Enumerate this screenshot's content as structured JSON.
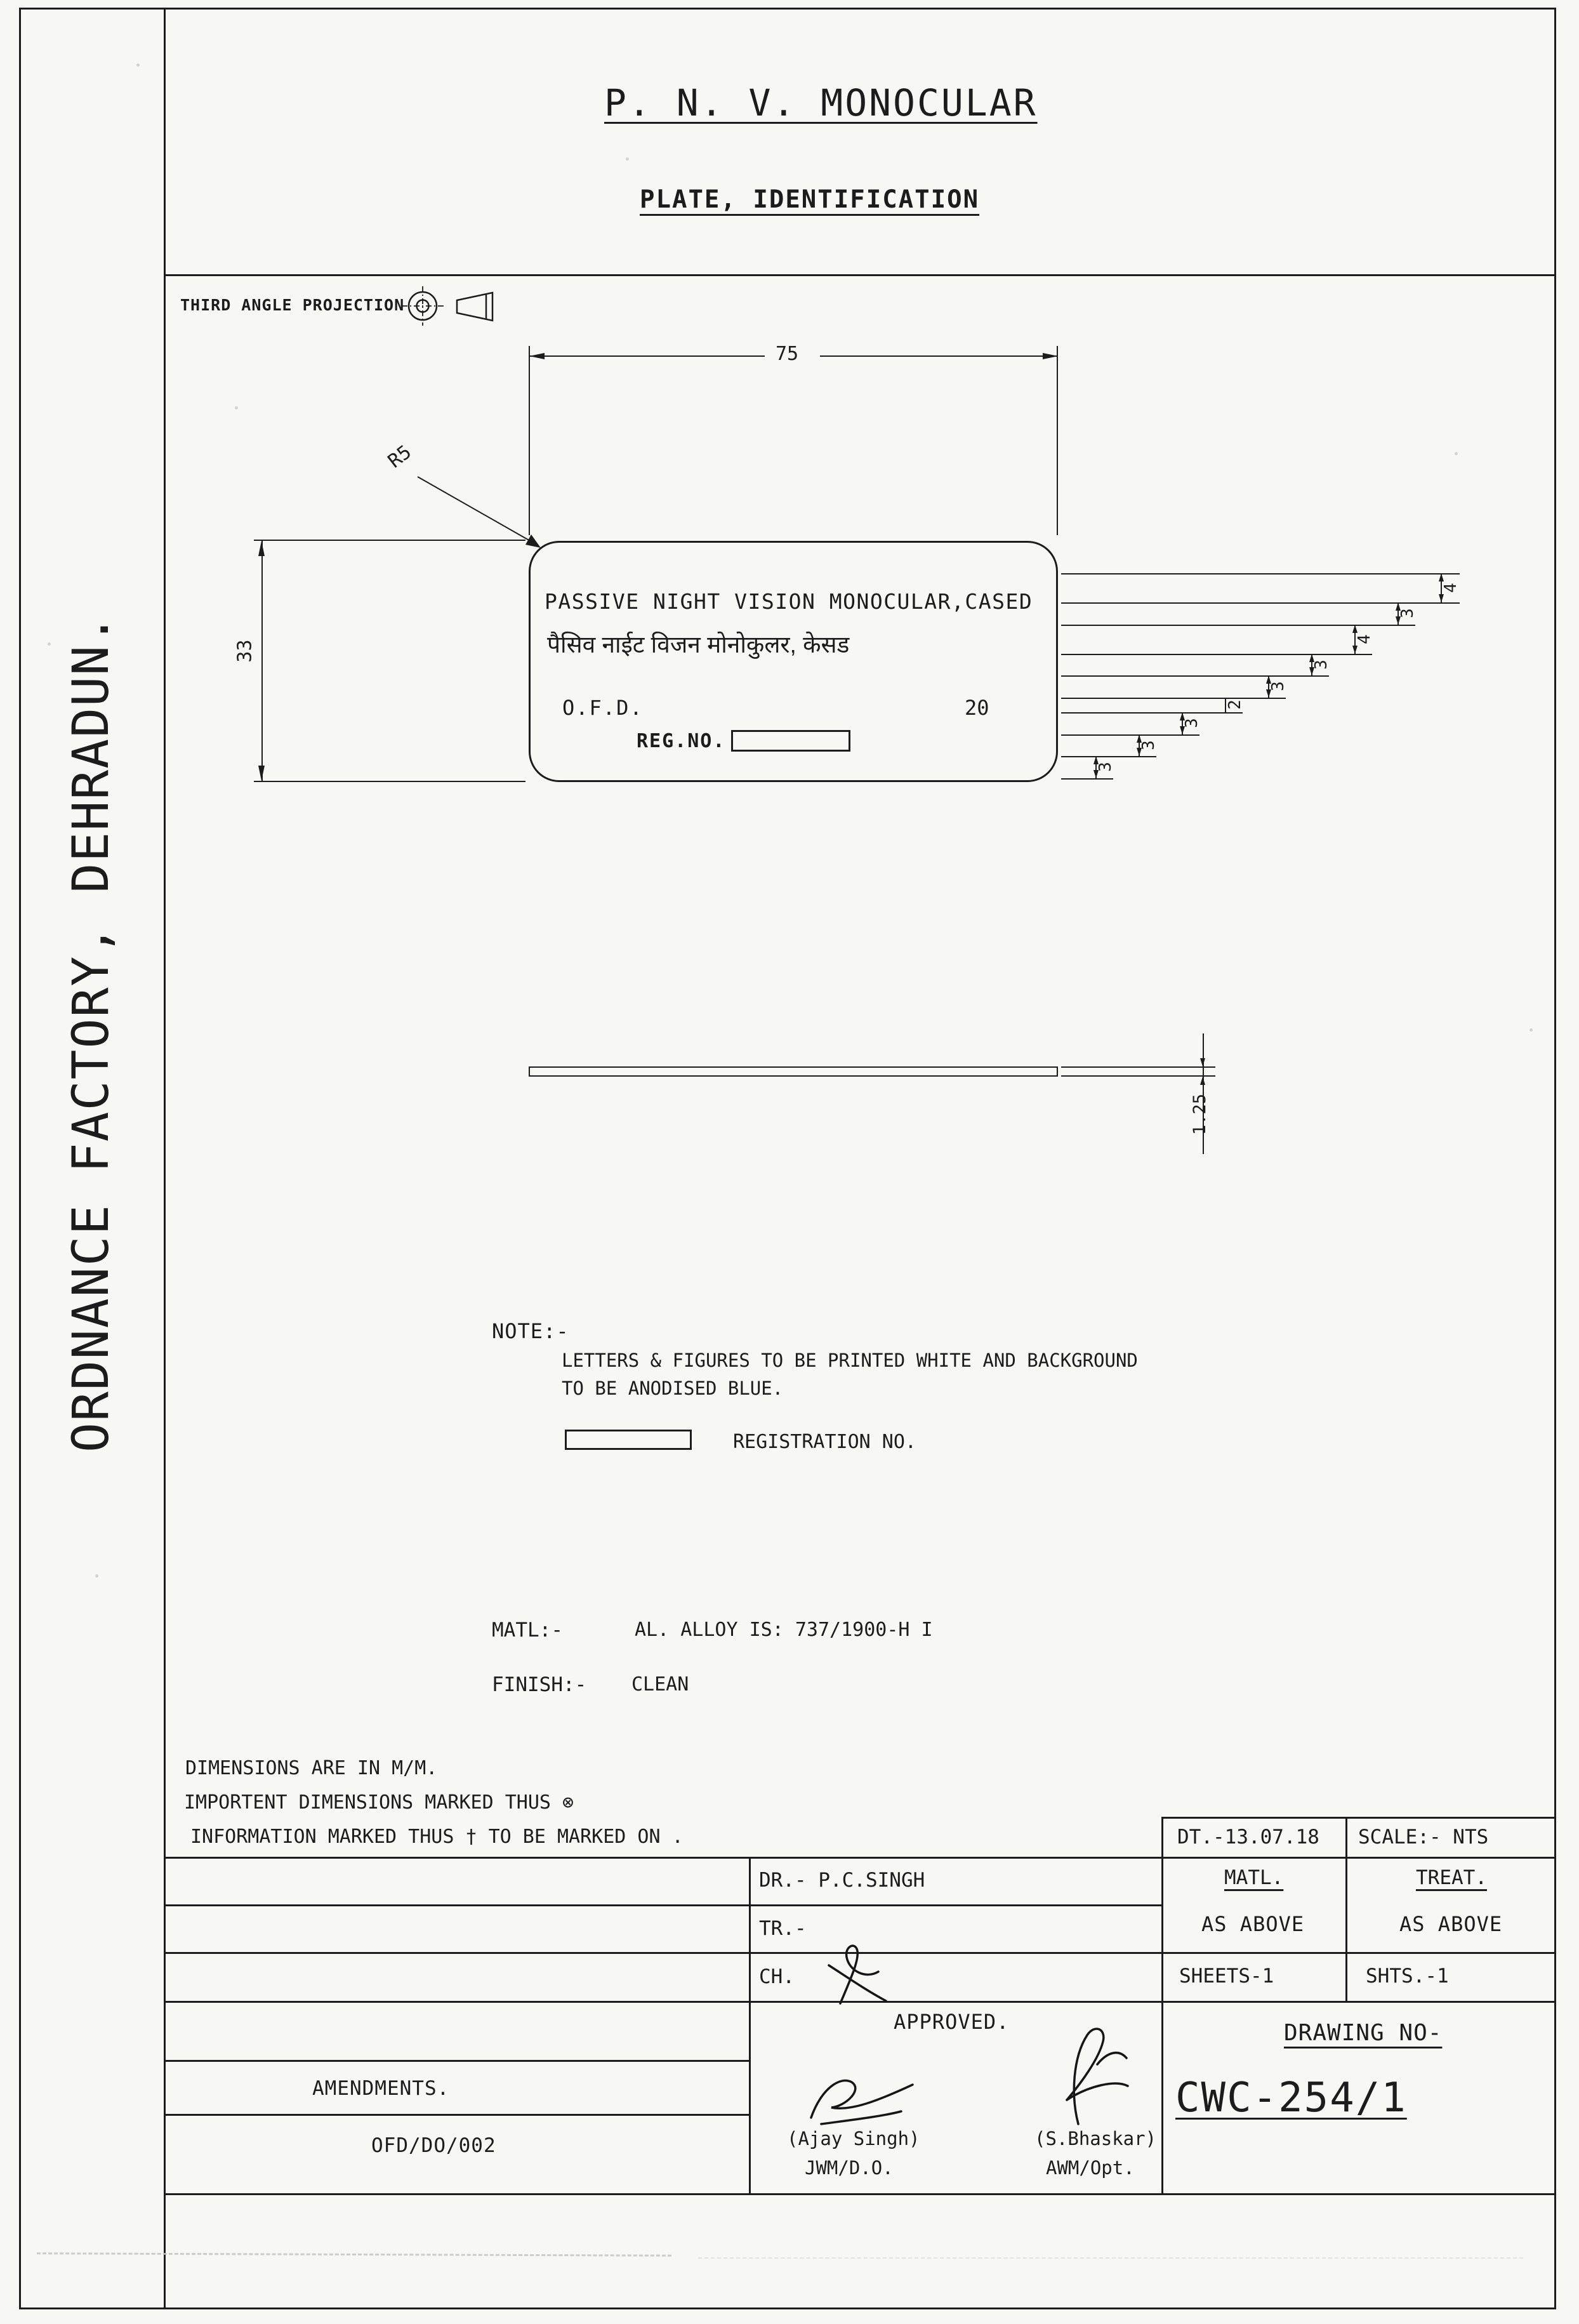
{
  "strip": {
    "label": "ORDNANCE FACTORY, DEHRADUN."
  },
  "header": {
    "title": "P. N. V. MONOCULAR",
    "subtitle": "PLATE, IDENTIFICATION",
    "projection": "THIRD ANGLE PROJECTION"
  },
  "plate": {
    "line1": "PASSIVE NIGHT VISION MONOCULAR,CASED",
    "line2_hindi": "पैसिव नाईट विजन मोनोकुलर, केसड",
    "maker": "O.F.D.",
    "year": "20",
    "reg_label": "REG.NO."
  },
  "dims": {
    "width": "75",
    "height": "33",
    "radius": "R5",
    "thickness": "1.25",
    "text_dims": [
      "4",
      "3",
      "4",
      "3",
      "3",
      "2",
      "3",
      "3",
      "3"
    ]
  },
  "notes": {
    "label": "NOTE:-",
    "line1": "LETTERS & FIGURES TO BE PRINTED WHITE AND BACKGROUND",
    "line2": "TO BE ANODISED BLUE.",
    "reg_box": "REGISTRATION NO.",
    "matl_label": "MATL:-",
    "matl": "AL. ALLOY IS: 737/1900-H I",
    "finish_label": "FINISH:-",
    "finish": "CLEAN",
    "g1": "DIMENSIONS ARE IN M/M.",
    "g2": "IMPORTENT DIMENSIONS MARKED THUS ⊗",
    "g3": "INFORMATION MARKED THUS † TO BE MARKED ON ."
  },
  "titleblock": {
    "date": "DT.-13.07.18",
    "scale": "SCALE:- NTS",
    "matl_h": "MATL.",
    "treat_h": "TREAT.",
    "matl_v": "AS ABOVE",
    "treat_v": "AS ABOVE",
    "sheets": "SHEETS-1",
    "shts": "SHTS.-1",
    "drawing_label": "DRAWING NO-",
    "drawing_no": "CWC-254/1"
  },
  "sig": {
    "dr": "DR.- P.C.SINGH",
    "tr": "TR.-",
    "ch": "CH.",
    "approved": "APPROVED.",
    "amendments": "AMENDMENTS.",
    "doc": "OFD/DO/002",
    "name1": "(Ajay Singh)",
    "role1": "JWM/D.O.",
    "name2": "(S.Bhaskar)",
    "role2": "AWM/Opt."
  }
}
